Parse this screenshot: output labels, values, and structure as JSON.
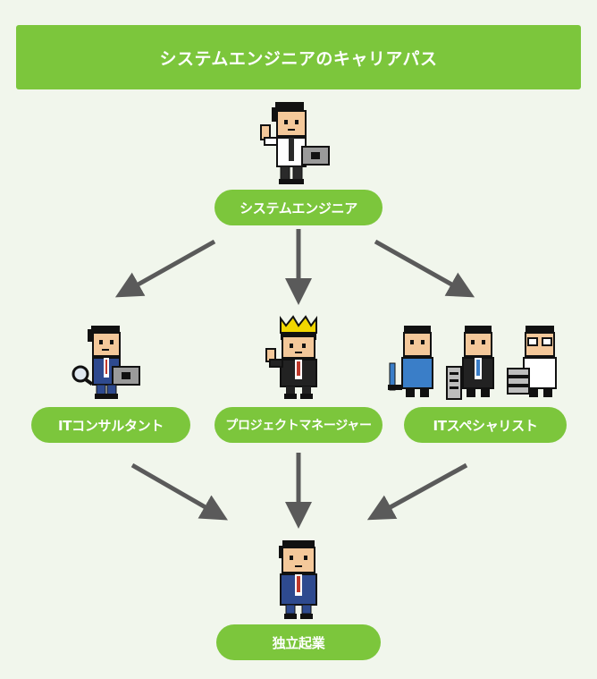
{
  "title": "システムエンジニアのキャリアパス",
  "nodes": {
    "system_engineer": "システムエンジニア",
    "it_consultant": "ITコンサルタント",
    "project_manager": "プロジェクトマネージャー",
    "it_specialist": "ITスペシャリスト",
    "independence": "独立起業"
  },
  "colors": {
    "background": "#f1f6ec",
    "accent": "#7cc63c",
    "arrow": "#5a5a5a",
    "label_text": "#ffffff"
  },
  "icons": {
    "system_engineer": "engineer-with-laptop-icon",
    "it_consultant": "consultant-with-magnifier-laptop-icon",
    "project_manager": "manager-with-crown-icon",
    "it_specialist": "specialists-group-icon",
    "independence": "entrepreneur-in-suit-icon"
  }
}
